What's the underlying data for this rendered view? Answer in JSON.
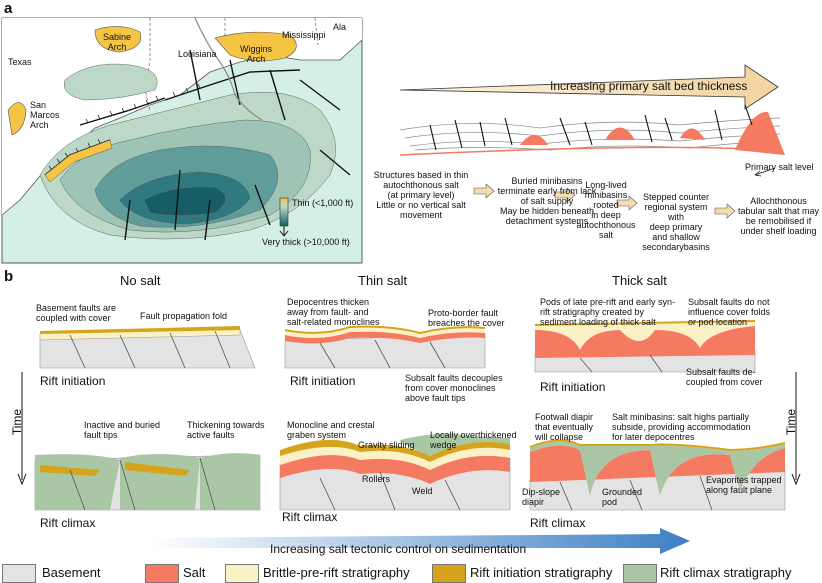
{
  "panels": {
    "a": "a",
    "b": "b"
  },
  "map": {
    "places": {
      "texas": "Texas",
      "louisiana": "Louisiana",
      "mississippi": "Mississippi",
      "ala": "Ala",
      "sabine": "Sabine\nArch",
      "wiggins": "Wiggins\nArch",
      "san_marcos": "San\nMarcos\nArch"
    },
    "scale": {
      "thin": "Thin (<1,000 ft)",
      "thick": "Very thick (>10,000 ft)"
    },
    "colors": {
      "sea": "#d4efe6",
      "land": "#ffffff",
      "arch": "#f5c443",
      "lightest": "#bcd9c8",
      "light": "#9dc4b5",
      "mid": "#5f9c9a",
      "dark": "#2f7a80",
      "darkest": "#175d66"
    }
  },
  "top_schematic": {
    "arrow_label": "Increasing primary salt bed thickness",
    "primary_salt_level": "Primary salt level",
    "steps": [
      "Structures based in thin\nautochthonous salt\n(at primary level)\nLittle or no vertical salt\nmovement",
      "Buried minibasins\nterminate early from lack\nof salt supply\nMay be hidden beneath\ndetachment systems",
      "Long-lived\nminibasins\nrooted\nin deep\nautochthonous salt",
      "Stepped counter\nregional system with\ndeep primary\nand shallow\nsecondarybasins",
      "Allochthonous\ntabular salt that may\nbe remobilised if\nunder shelf loading"
    ]
  },
  "columns": {
    "no_salt": "No salt",
    "thin_salt": "Thin salt",
    "thick_salt": "Thick salt"
  },
  "stages": {
    "initiation": "Rift initiation",
    "climax": "Rift climax"
  },
  "time_label": "Time",
  "annotations": {
    "basement_faults": "Basement faults are\ncoupled with cover",
    "fault_prop": "Fault propagation fold",
    "depocentres": "Depocentres thicken\naway from fault- and\nsalt-related monoclines",
    "proto_border": "Proto-border fault\nbreaches the cover",
    "subsalt_decouple": "Subsalt faults decouples\nfrom cover monoclines\nabove fault tips",
    "pods": "Pods of late pre-rift and early syn-\nrift stratigraphy created by\nsediment loading of thick salt",
    "subsalt_no_influence": "Subsalt faults do not\ninfluence cover folds\nor pod location",
    "subsalt_decoupled": "Subsalt faults de-\ncoupled from cover",
    "inactive": "Inactive and buried\nfault tips",
    "thickening": "Thickening towards\nactive faults",
    "monocline": "Monocline and crestal\ngraben system",
    "gravity": "Gravity sliding",
    "overthickened": "Locally overthickened\nwedge",
    "rollers": "Rollers",
    "weld": "Weld",
    "footwall": "Footwall diapir\nthat eventually\nwill collapse",
    "minibasins": "Salt minibasins: salt highs partially\nsubside, providing accommodation\nfor later depocentres",
    "evaporites": "Evaporites trapped\nalong fault plane",
    "dip_slope": "Dip-slope\ndiapir",
    "grounded": "Grounded\npod"
  },
  "bottom_arrow": "Increasing salt tectonic control on sedimentation",
  "legend": [
    {
      "label": "Basement",
      "color": "#e3e3e3"
    },
    {
      "label": "Salt",
      "color": "#f47a62"
    },
    {
      "label": "Brittle-pre-rift stratigraphy",
      "color": "#fbf1c6"
    },
    {
      "label": "Rift initiation stratigraphy",
      "color": "#d6a31c"
    },
    {
      "label": "Rift climax stratigraphy",
      "color": "#a9c7a5"
    }
  ]
}
